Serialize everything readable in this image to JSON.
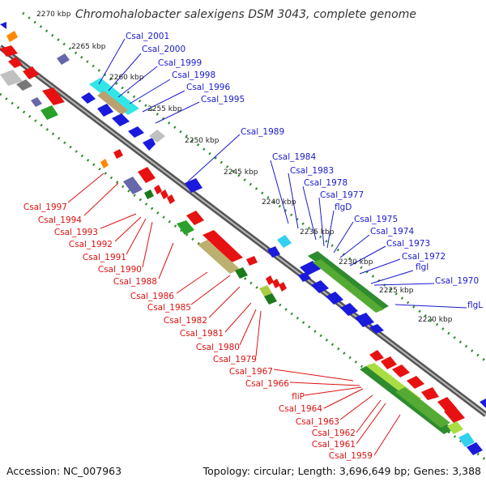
{
  "title": "Chromohalobacter salexigens DSM 3043, complete genome",
  "footer": {
    "accession": "Accession: NC_007963",
    "summary": "Topology: circular; Length: 3,696,649 bp; Genes: 3,388"
  },
  "ticks": [
    "2270 kbp",
    "2265 kbp",
    "2260 kbp",
    "2255 kbp",
    "2250 kbp",
    "2245 kbp",
    "2240 kbp",
    "2235 kbp",
    "2230 kbp",
    "2225 kbp",
    "2220 kbp"
  ],
  "labels_forward": [
    "Csal_2001",
    "Csal_2000",
    "Csal_1999",
    "Csal_1998",
    "Csal_1996",
    "Csal_1995",
    "Csal_1989",
    "Csal_1984",
    "Csal_1983",
    "Csal_1978",
    "Csal_1977",
    "flgD",
    "Csal_1975",
    "Csal_1974",
    "Csal_1973",
    "Csal_1972",
    "flgI",
    "Csal_1970",
    "flgL"
  ],
  "labels_reverse": [
    "Csal_1997",
    "Csal_1994",
    "Csal_1993",
    "Csal_1992",
    "Csal_1991",
    "Csal_1990",
    "Csal_1988",
    "Csal_1986",
    "Csal_1985",
    "Csal_1982",
    "Csal_1981",
    "Csal_1980",
    "Csal_1979",
    "Csal_1967",
    "Csal_1966",
    "fliP",
    "Csal_1964",
    "Csal_1963",
    "Csal_1962",
    "Csal_1961",
    "Csal_1959"
  ],
  "colors": {
    "forward_label": "#1a1acc",
    "reverse_label": "#dd1111",
    "backbone": "#777777",
    "tick_dot": "#2e8b2e"
  }
}
